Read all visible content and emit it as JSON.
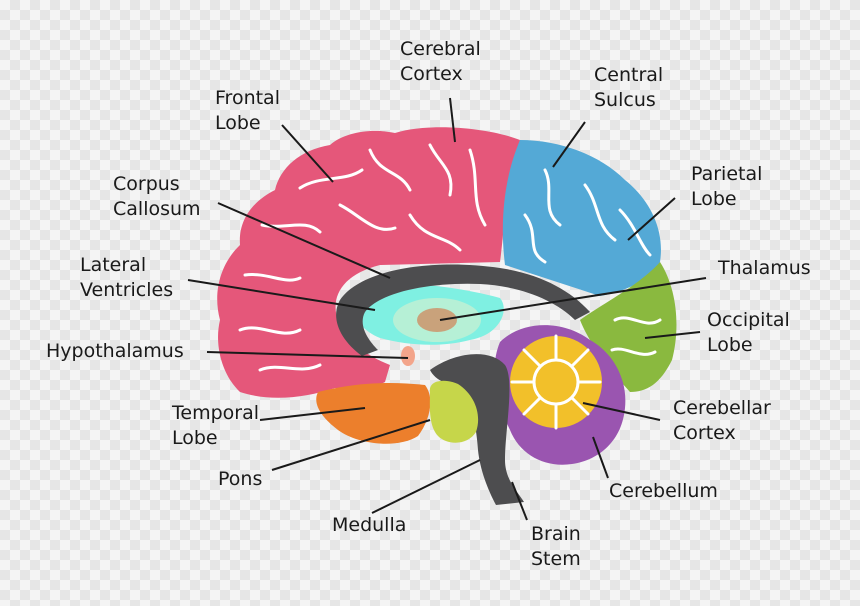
{
  "colors": {
    "frontal": "#e5577a",
    "parietal": "#54a9d6",
    "occipital": "#8ab93f",
    "temporal": "#ec7f2c",
    "cerebellum": "#9a55b0",
    "cerebellar_cortex": "#f2c02a",
    "corpus_callosum": "#4d4d4f",
    "ventricle": "#7ff0e2",
    "thalamus": "#c9a27b",
    "hypothalamus": "#f3a58b",
    "pons": "#c6d64a"
  },
  "labels": {
    "cerebral_cortex": [
      "Cerebral",
      "Cortex"
    ],
    "frontal_lobe": [
      "Frontal",
      "Lobe"
    ],
    "central_sulcus": [
      "Central",
      "Sulcus"
    ],
    "corpus_callosum": [
      "Corpus",
      "Callosum"
    ],
    "parietal_lobe": [
      "Parietal",
      "Lobe"
    ],
    "lateral_ventricles": [
      "Lateral",
      "Ventricles"
    ],
    "thalamus": [
      "Thalamus"
    ],
    "occipital_lobe": [
      "Occipital",
      "Lobe"
    ],
    "hypothalamus": [
      "Hypothalamus"
    ],
    "cerebellar_cortex": [
      "Cerebellar",
      "Cortex"
    ],
    "temporal_lobe": [
      "Temporal",
      "Lobe"
    ],
    "pons": [
      "Pons"
    ],
    "cerebellum": [
      "Cerebellum"
    ],
    "medulla": [
      "Medulla"
    ],
    "brain_stem": [
      "Brain",
      "Stem"
    ]
  }
}
